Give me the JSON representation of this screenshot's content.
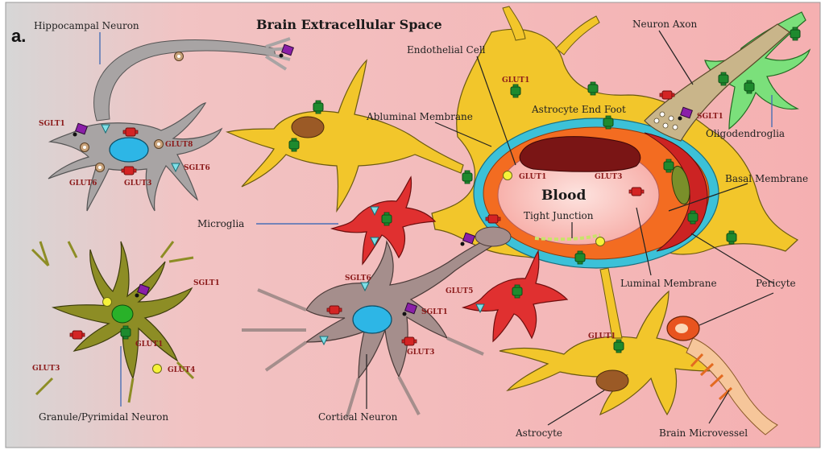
{
  "panel_label": "a.",
  "title": "Brain Extracellular Space",
  "center_label": "Blood",
  "labels": {
    "hippocampal_neuron": "Hippocampal Neuron",
    "endothelial_cell": "Endothelial Cell",
    "neuron_axon": "Neuron Axon",
    "abluminal_membrane": "Abluminal Membrane",
    "astrocyte_end_foot": "Astrocyte End Foot",
    "oligodendroglia": "Oligodendroglia",
    "basal_membrane": "Basal Membrane",
    "microglia": "Microglia",
    "tight_junction": "Tight Junction",
    "luminal_membrane": "Luminal Membrane",
    "pericyte": "Pericyte",
    "granule_neuron": "Granule/Pyrimidal Neuron",
    "cortical_neuron": "Cortical Neuron",
    "astrocyte": "Astrocyte",
    "brain_microvessel": "Brain Microvessel"
  },
  "transporters": {
    "sglt1": "SGLT1",
    "glut8": "GLUT8",
    "sglt6": "SGLT6",
    "glut6": "GLUT6",
    "glut3": "GLUT3",
    "glut1": "GLUT1",
    "glut4": "GLUT4",
    "glut5": "GLUT5"
  },
  "colors": {
    "background_left": "#d8d8d8",
    "background_right": "#f4b3b3",
    "astrocyte": "#f2c62b",
    "neuron_gray": "#a8a4a4",
    "cortical_neuron": "#a58e8c",
    "granule_neuron": "#8d8d25",
    "microglia": "#e03030",
    "oligodendroglia": "#7be07b",
    "nucleus_blue": "#2db6e6",
    "vessel_orange": "#f36c21",
    "lumen_pink": "#f9c8c2",
    "red_blood": "#7a1515"
  }
}
